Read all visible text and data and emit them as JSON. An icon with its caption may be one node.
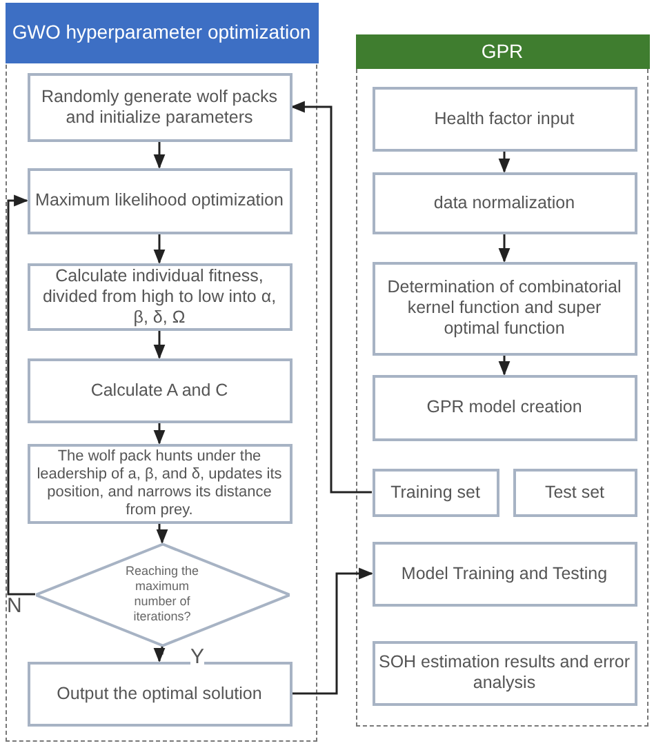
{
  "diagram": {
    "nodes": [
      {
        "text": [
          "GWO hyperparameter optimization"
        ]
      },
      {
        "text": [
          "Randomly generate wolf packs and initialize parameters"
        ],
        "in": 0
      },
      {
        "text": [
          "Maximum likelihood optimization"
        ],
        "in": 0
      },
      {
        "text": [
          "Calculate individual fitness, divided from high to low into α, β, δ, Ω"
        ],
        "in": 0
      },
      {
        "text": [
          "Calculate A and C"
        ],
        "in": 0
      },
      {
        "text": [
          "The wolf pack hunts under the leadership of a, β, and δ, updates its position, and narrows its distance from prey."
        ],
        "in": 0
      },
      {
        "text": [
          "Reaching the maximum number of iterations?"
        ],
        "in": 0
      },
      {
        "text": [
          "Output the optimal solution"
        ],
        "in": 0
      },
      {
        "text": [
          "GPR"
        ]
      },
      {
        "text": [
          "Health factor input"
        ],
        "in": 8
      },
      {
        "text": [
          "data normalization"
        ],
        "in": 8
      },
      {
        "text": [
          "Determination of combinatorial kernel function and super optimal function"
        ],
        "in": 8
      },
      {
        "text": [
          "GPR model creation"
        ],
        "in": 8
      },
      {
        "text": [
          "Training set"
        ],
        "in": 8
      },
      {
        "text": [
          "Test set"
        ],
        "in": 8
      },
      {
        "text": [
          "Model Training and Testing"
        ],
        "in": 8
      },
      {
        "text": [
          "SOH estimation results and error analysis"
        ],
        "in": 8
      }
    ],
    "edges": [
      {
        "from": 1,
        "to": 2,
        "arrow": "to"
      },
      {
        "from": 2,
        "to": 3,
        "arrow": "to"
      },
      {
        "from": 3,
        "to": 4,
        "arrow": "to"
      },
      {
        "from": 4,
        "to": 5,
        "arrow": "to"
      },
      {
        "from": 5,
        "to": 6,
        "arrow": "to"
      },
      {
        "from": 6,
        "to": 7,
        "arrow": "to",
        "label": "Y"
      },
      {
        "from": 6,
        "to": 2,
        "arrow": "to",
        "label": "N"
      },
      {
        "from": 13,
        "to": 1,
        "arrow": "to"
      },
      {
        "from": 7,
        "to": 15,
        "arrow": "to"
      },
      {
        "from": 9,
        "to": 10,
        "arrow": "to"
      },
      {
        "from": 10,
        "to": 11,
        "arrow": "to"
      },
      {
        "from": 11,
        "to": 12,
        "arrow": "to"
      }
    ]
  }
}
